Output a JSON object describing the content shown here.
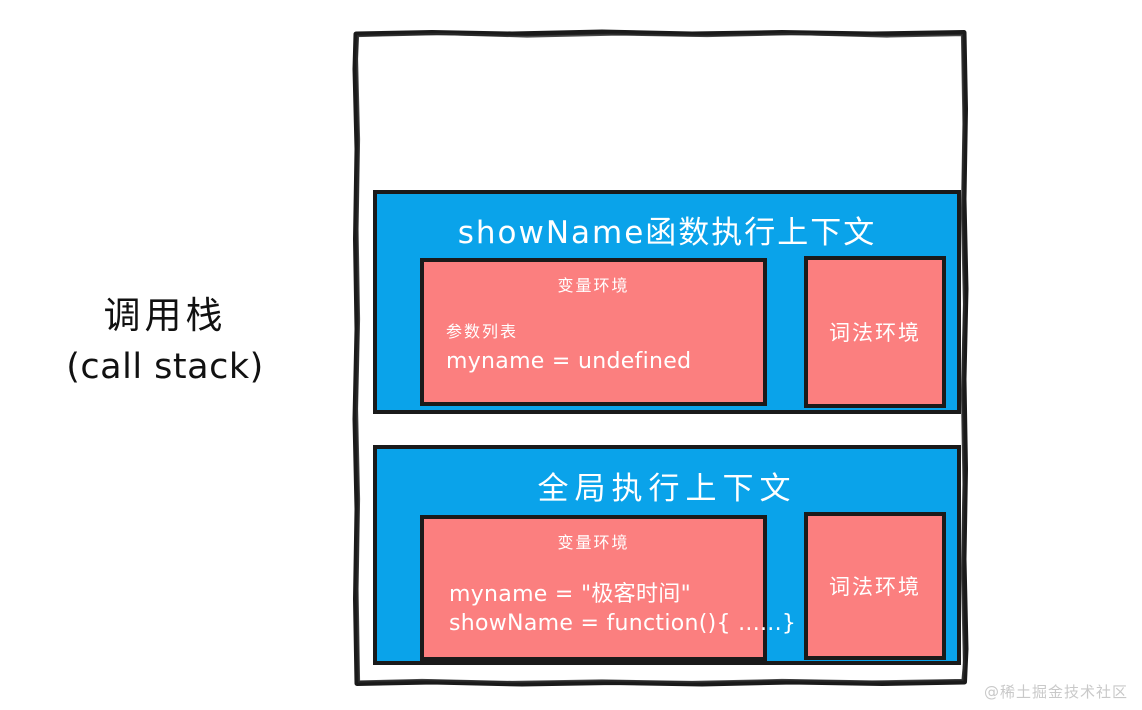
{
  "diagram": {
    "side_label": {
      "chinese": "调用栈",
      "english": "(call stack)"
    },
    "contexts": [
      {
        "id": "function-execution-context",
        "title": "showName函数执行上下文",
        "variable_environment": {
          "heading": "变量环境",
          "lines": [
            {
              "text": "参数列表",
              "style": "small"
            },
            {
              "text": "myname = undefined",
              "style": "code"
            }
          ]
        },
        "lexical_environment": {
          "label": "词法环境"
        }
      },
      {
        "id": "global-execution-context",
        "title": "全局执行上下文",
        "variable_environment": {
          "heading": "变量环境",
          "lines": [
            {
              "text": "myname = \"极客时间\"",
              "style": "code"
            },
            {
              "text": "showName = function(){ ......}",
              "style": "code"
            }
          ]
        },
        "lexical_environment": {
          "label": "词法环境"
        }
      }
    ]
  },
  "watermark": "@稀土掘金技术社区",
  "colors": {
    "context_blue": "#0aa3ea",
    "environment_pink": "#fb7f7f",
    "stroke_black": "#1a1a1a",
    "text_white": "#ffffff",
    "label_black": "#111111",
    "watermark_gray": "#c9c9c9",
    "background": "#ffffff"
  }
}
